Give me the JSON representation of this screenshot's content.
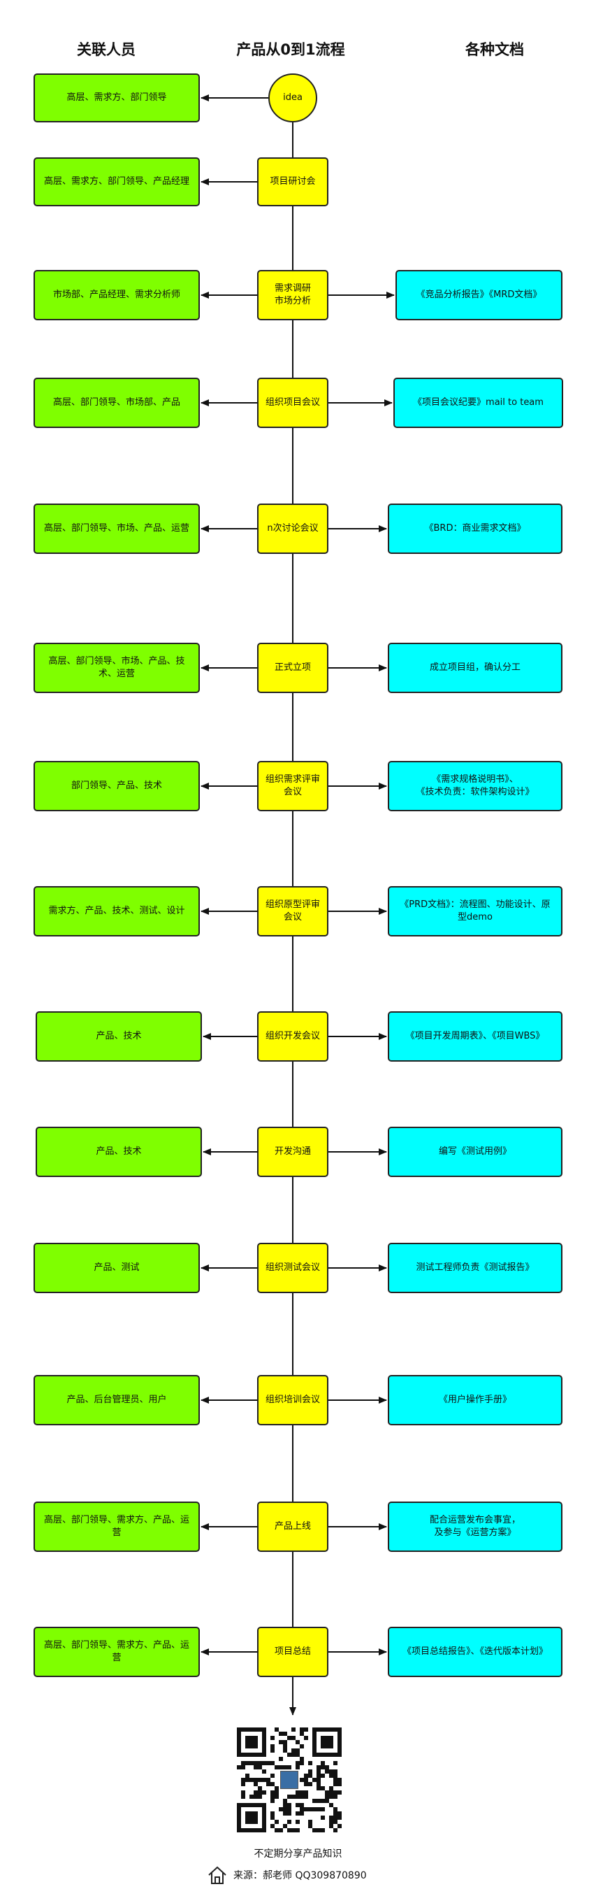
{
  "headers": {
    "people": "关联人员",
    "flow": "产品从0到1流程",
    "docs": "各种文档"
  },
  "steps": [
    {
      "process": "idea",
      "people": "高层、需求方、部门领导",
      "doc": ""
    },
    {
      "process": "项目研讨会",
      "people": "高层、需求方、部门领导、产品经理",
      "doc": ""
    },
    {
      "process": "需求调研\n市场分析",
      "people": "市场部、产品经理、需求分析师",
      "doc": "《竞品分析报告》《MRD文档》"
    },
    {
      "process": "组织项目会议",
      "people": "高层、部门领导、市场部、产品",
      "doc": "《项目会议纪要》mail to  team"
    },
    {
      "process": "n次讨论会议",
      "people": "高层、部门领导、市场、产品、运营",
      "doc": "《BRD：商业需求文档》"
    },
    {
      "process": "正式立项",
      "people": "高层、部门领导、市场、产品、技\n术、运营",
      "doc": "成立项目组，确认分工"
    },
    {
      "process": "组织需求评审\n会议",
      "people": "部门领导、产品、技术",
      "doc": "《需求规格说明书》、\n《技术负责：软件架构设计》"
    },
    {
      "process": "组织原型评审\n会议",
      "people": "需求方、产品、技术、测试、设计",
      "doc": "《PRD文档》：流程图、功能设计、原\n型demo"
    },
    {
      "process": "组织开发会议",
      "people": "产品、技术",
      "doc": "《项目开发周期表》、《项目WBS》"
    },
    {
      "process": "开发沟通",
      "people": "产品、技术",
      "doc": "编写《测试用例》"
    },
    {
      "process": "组织测试会议",
      "people": "产品、测试",
      "doc": "测试工程师负责《测试报告》"
    },
    {
      "process": "组织培训会议",
      "people": "产品、后台管理员、用户",
      "doc": "《用户操作手册》"
    },
    {
      "process": "产品上线",
      "people": "高层、部门领导、需求方、产品、运\n营",
      "doc": "配合运营发布会事宜，\n及参与《运营方案》"
    },
    {
      "process": "项目总结",
      "people": "高层、部门领导、需求方、产品、运\n营",
      "doc": "《项目总结报告》、《迭代版本计划》"
    }
  ],
  "footer": {
    "slogan": "不定期分享产品知识",
    "source": "来源：郝老师 QQ309870890"
  },
  "icons": {
    "home": "home-icon",
    "qr": "qr-code"
  },
  "colors": {
    "people_box": "#7fff00",
    "process_box": "#ffff00",
    "doc_box": "#00ffff",
    "line": "#111111"
  }
}
